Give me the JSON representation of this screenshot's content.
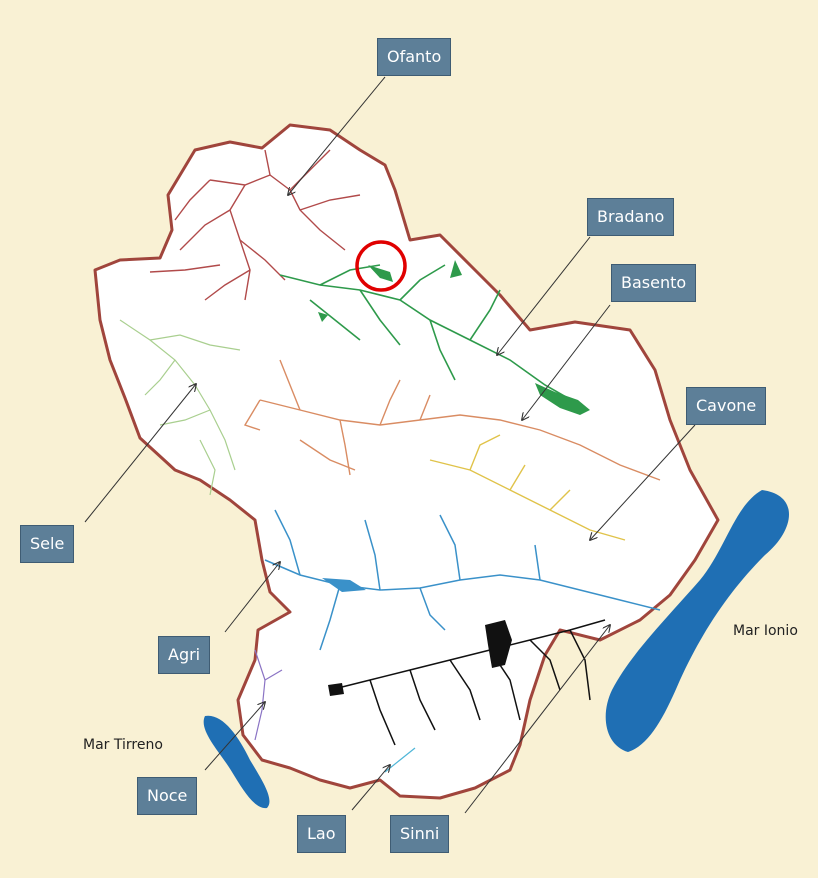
{
  "map": {
    "colors": {
      "background": "#f9f1d4",
      "region_fill": "#ffffff",
      "border": "#a0453c",
      "sea": "#1f6fb4",
      "label_box": "#5d7f98",
      "highlight_circle": "#e00000"
    },
    "rivers": [
      {
        "name": "Ofanto",
        "color": "#b14a4a"
      },
      {
        "name": "Bradano",
        "color": "#2e9a4b"
      },
      {
        "name": "Basento",
        "color": "#d98c63"
      },
      {
        "name": "Cavone",
        "color": "#e0c34a"
      },
      {
        "name": "Sele",
        "color": "#a9cf8f"
      },
      {
        "name": "Agri",
        "color": "#3a91c9"
      },
      {
        "name": "Sinni",
        "color": "#111111"
      },
      {
        "name": "Noce",
        "color": "#8a73c4"
      },
      {
        "name": "Lao",
        "color": "#4fb6d8"
      }
    ],
    "seas": [
      {
        "name": "Mar Ionio"
      },
      {
        "name": "Mar Tirreno"
      }
    ]
  }
}
